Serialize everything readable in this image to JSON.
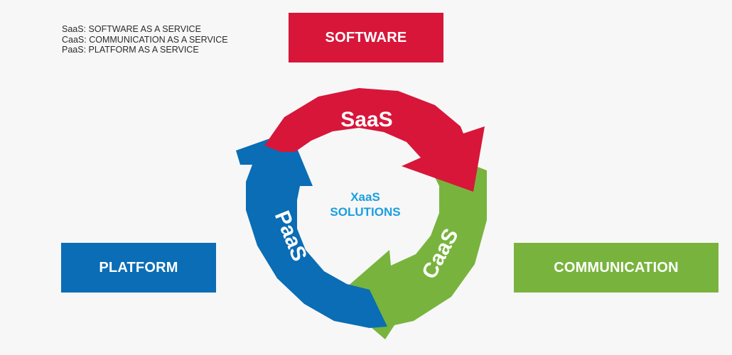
{
  "legend": [
    "SaaS: SOFTWARE AS A SERVICE",
    "CaaS: COMMUNICATION AS A SERVICE",
    "PaaS: PLATFORM AS A SERVICE"
  ],
  "boxes": {
    "software": "SOFTWARE",
    "platform": "PLATFORM",
    "communication": "COMMUNICATION"
  },
  "cycle": {
    "saas": "SaaS",
    "caas": "CaaS",
    "paas": "PaaS",
    "center_line1": "XaaS",
    "center_line2": "SOLUTIONS"
  },
  "colors": {
    "red": "#d7163a",
    "green": "#78b43d",
    "blue": "#0a6db5",
    "center_text": "#1a9ee0",
    "legend_text": "#2b2b2b",
    "background": "#f7f7f7"
  }
}
